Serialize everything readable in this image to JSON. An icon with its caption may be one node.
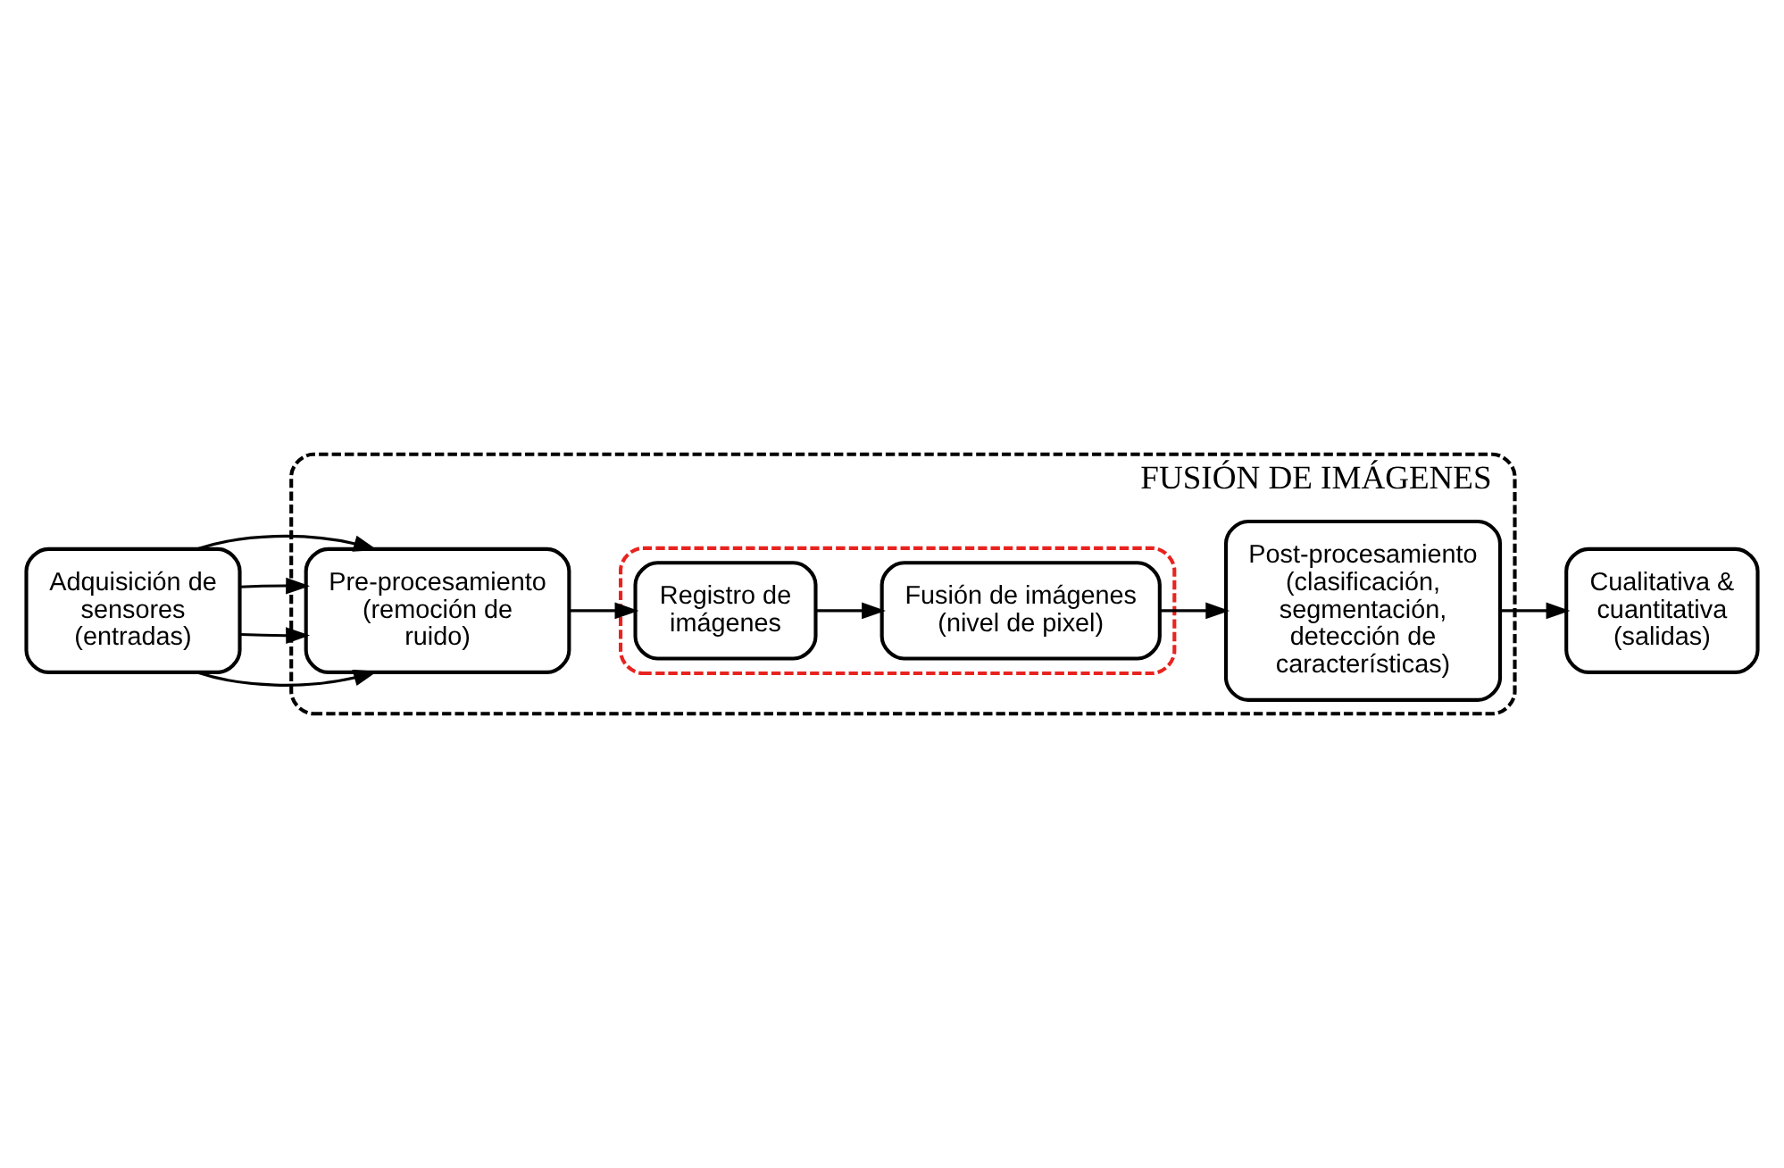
{
  "diagram": {
    "nodes": [
      {
        "text": [
          "FUSIÓN DE IMÁGENES"
        ]
      },
      {
        "text": [
          "Adquisición de sensores (entradas)"
        ]
      },
      {
        "text": [
          "Pre-procesamiento (remoción de ruido)"
        ],
        "in": 0
      },
      {
        "text": [],
        "shape": "ellipse",
        "in": 0
      },
      {
        "text": [
          "Registro de imágenes"
        ],
        "in": 3
      },
      {
        "text": [
          "Fusión de imágenes (nivel de pixel)"
        ],
        "in": 3
      },
      {
        "text": [
          "Post-procesamiento (clasificación, segmentación, detección de características)"
        ],
        "in": 0
      },
      {
        "text": [
          "Cualitativa & cuantitativa (salidas)"
        ]
      }
    ],
    "edges": [
      {
        "from": 1,
        "to": 2,
        "arrow": "to"
      },
      {
        "from": 1,
        "to": 2,
        "arrow": "to"
      },
      {
        "from": 1,
        "to": 2,
        "arrow": "to"
      },
      {
        "from": 1,
        "to": 2,
        "arrow": "to"
      },
      {
        "from": 2,
        "to": 4,
        "arrow": "to"
      },
      {
        "from": 4,
        "to": 5,
        "arrow": "to"
      },
      {
        "from": 5,
        "to": 6,
        "arrow": "to"
      },
      {
        "from": 6,
        "to": 7,
        "arrow": "to"
      }
    ]
  }
}
